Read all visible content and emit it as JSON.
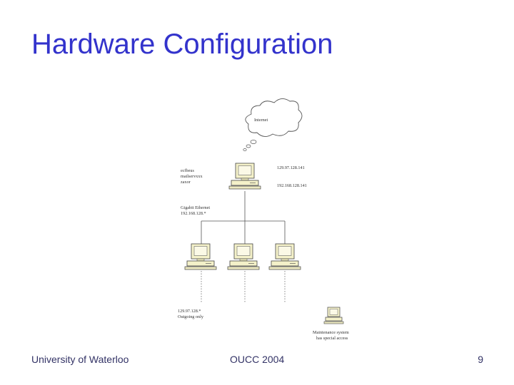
{
  "slide": {
    "title": "Hardware Configuration",
    "footer_left": "University of Waterloo",
    "footer_center": "OUCC 2004",
    "page_number": "9"
  },
  "diagram": {
    "internet_label": "Internet",
    "server_names": [
      "ecfbeus",
      "mailservxxx",
      "zaxor"
    ],
    "server_ip_public": "129.97.128.141",
    "server_ip_private": "192.168.128.141",
    "network_label": "Gigabit Ethernet",
    "network_subnet": "192.168.128.*",
    "outgoing_subnet": "129.97.128.*",
    "outgoing_note": "Outgoing only",
    "maintenance_label": "Maintenance system",
    "maintenance_note": "has special access"
  },
  "colors": {
    "title": "#3333cc",
    "footer": "#333366",
    "computer_fill": "#f4f1c9",
    "line": "#555555"
  }
}
